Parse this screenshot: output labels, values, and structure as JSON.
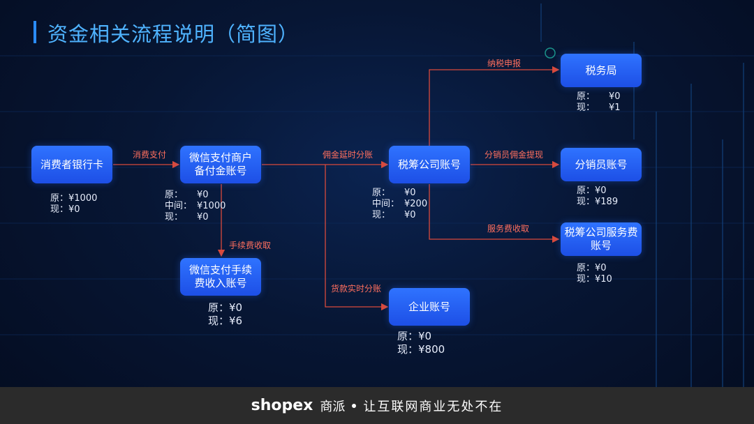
{
  "title": "资金相关流程说明（简图）",
  "nodes": {
    "consumer": "消费者银行卡",
    "wechat_pay": "微信支付商户备付金账号",
    "wechat_fee": "微信支付手续费收入账号",
    "tax_company": "税筹公司账号",
    "tax_bureau": "税务局",
    "distributor": "分销员账号",
    "tax_service": "税筹公司服务费账号",
    "enterprise": "企业账号"
  },
  "edges": {
    "consume_pay": "消费支付",
    "commission_delay": "佣金延时分账",
    "fee_collect": "手续费收取",
    "goods_realtime": "货款实时分账",
    "tax_declare": "纳税申报",
    "commission_withdraw": "分销员佣金提现",
    "service_fee": "服务费收取"
  },
  "values": {
    "consumer": [
      {
        "k": "原：",
        "v": "¥1000"
      },
      {
        "k": "现：",
        "v": "¥0"
      }
    ],
    "wechat_pay": [
      {
        "k": "原：",
        "v": "¥0"
      },
      {
        "k": "中间：",
        "v": "¥1000"
      },
      {
        "k": "现：",
        "v": "¥0"
      }
    ],
    "wechat_fee": [
      {
        "k": "原：",
        "v": "¥0"
      },
      {
        "k": "现：",
        "v": "¥6"
      }
    ],
    "tax_company": [
      {
        "k": "原：",
        "v": "¥0"
      },
      {
        "k": "中间：",
        "v": "¥200"
      },
      {
        "k": "现：",
        "v": "¥0"
      }
    ],
    "tax_bureau": [
      {
        "k": "原：",
        "v": "¥0"
      },
      {
        "k": "现：",
        "v": "¥1"
      }
    ],
    "distributor": [
      {
        "k": "原：",
        "v": "¥0"
      },
      {
        "k": "现：",
        "v": "¥189"
      }
    ],
    "tax_service": [
      {
        "k": "原：",
        "v": "¥0"
      },
      {
        "k": "现：",
        "v": "¥10"
      }
    ],
    "enterprise": [
      {
        "k": "原：",
        "v": "¥0"
      },
      {
        "k": "现：",
        "v": "¥800"
      }
    ]
  },
  "footer": {
    "logo": "shopex",
    "logo_cn": "商派",
    "slogan": "让互联网商业无处不在"
  },
  "colors": {
    "node": "#2563f0",
    "edge": "#d94a3c",
    "title": "#4fb3ff",
    "footer": "#2b2b2b"
  }
}
